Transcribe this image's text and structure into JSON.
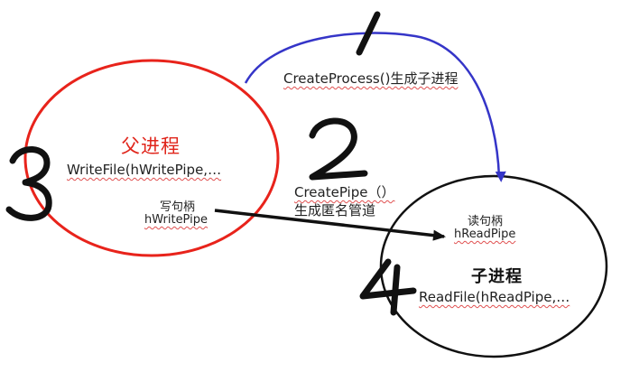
{
  "step_numbers": [
    "1",
    "2",
    "3",
    "4"
  ],
  "create_process_label": "CreateProcess()生成子进程",
  "parent": {
    "title": "父进程",
    "call": "WriteFile(hWritePipe,…",
    "handle_caption": "写句柄",
    "handle_name": "hWritePipe"
  },
  "pipe": {
    "line1": "CreatePipe（）",
    "line2": "生成匿名管道"
  },
  "child": {
    "title": "子进程",
    "call": "ReadFile(hReadPipe,…",
    "handle_caption": "读句柄",
    "handle_name": "hReadPipe"
  },
  "colors": {
    "parent_ellipse": "#e8231b",
    "child_ellipse": "#111111",
    "create_process_arrow": "#3535c8",
    "pipe_arrow": "#111111"
  }
}
